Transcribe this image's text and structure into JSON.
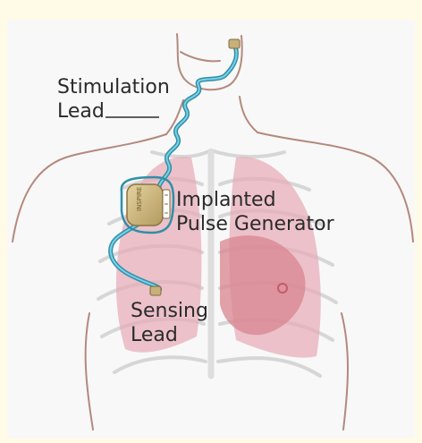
{
  "labels": {
    "stimulation_lead": [
      "Stimulation",
      "Lead"
    ],
    "generator": [
      "Implanted",
      "Pulse Generator"
    ],
    "sensing_lead": [
      "Sensing",
      "Lead"
    ]
  },
  "colors": {
    "background": "#fffbe6",
    "panel": "#f8f8f8",
    "body_outline": "#b4897d",
    "ribs": "#d9d9d9",
    "lungs": "#e6a9b4",
    "heart": "#d8848f",
    "lead_wire": "#53b9d5",
    "device": "#c8b07a"
  },
  "icons": [
    "torso-outline",
    "lungs-ribcage",
    "pulse-generator-device",
    "stimulation-lead-wire",
    "sensing-lead-wire"
  ]
}
